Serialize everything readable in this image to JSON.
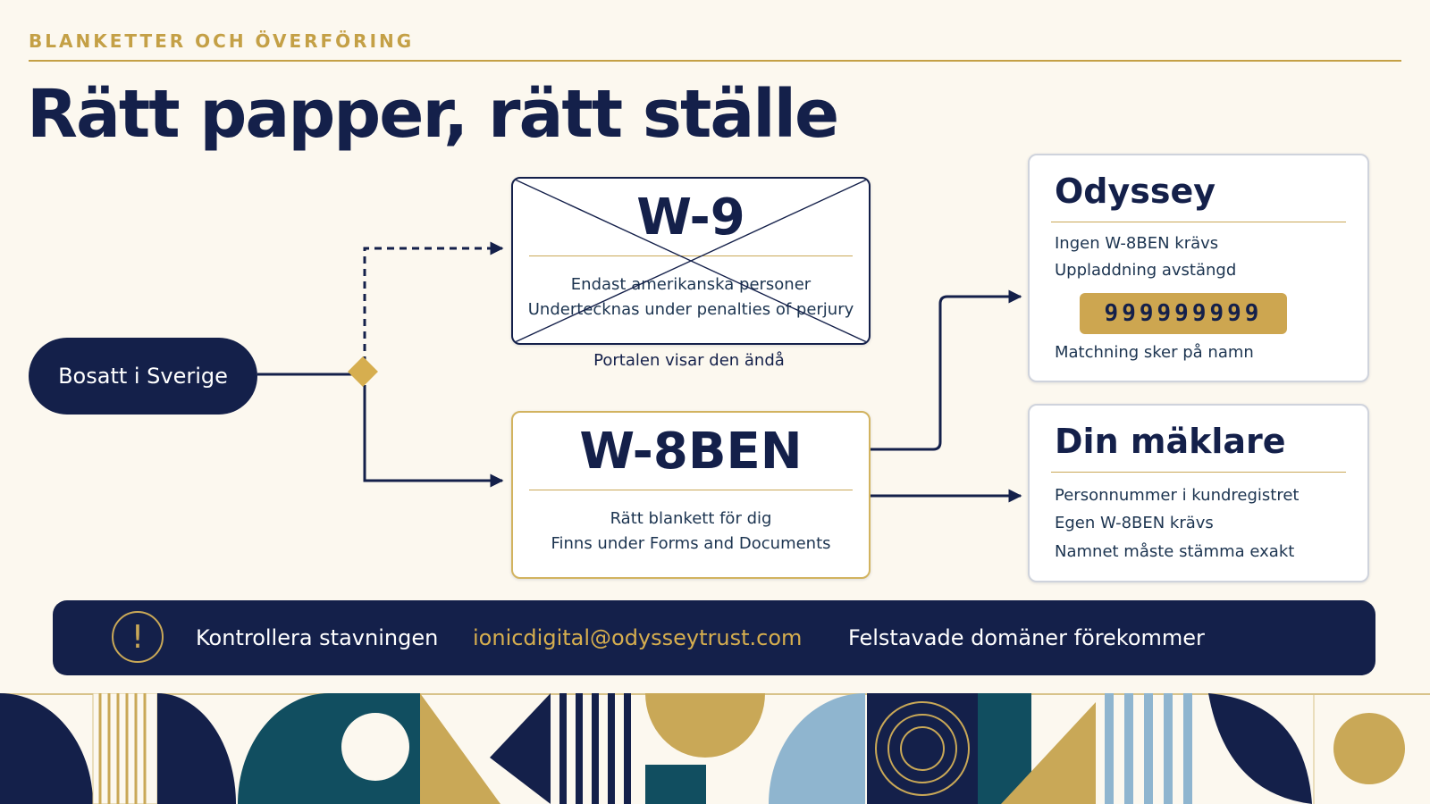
{
  "header": {
    "eyebrow": "BLANKETTER OCH ÖVERFÖRING",
    "title": "Rätt papper, rätt ställe"
  },
  "flow": {
    "start_label": "Bosatt i Sverige",
    "w9": {
      "title": "W-9",
      "lines": [
        "Endast amerikanska personer",
        "Undertecknas under penalties of perjury"
      ],
      "note": "Portalen visar den ändå",
      "crossed_out": true
    },
    "w8ben": {
      "title": "W-8BEN",
      "lines": [
        "Rätt blankett för dig",
        "Finns under Forms and Documents"
      ]
    },
    "odyssey": {
      "title": "Odyssey",
      "lines": [
        "Ingen W-8BEN krävs",
        "Uppladdning avstängd"
      ],
      "code": "999999999",
      "footer": "Matchning sker på namn"
    },
    "broker": {
      "title": "Din mäklare",
      "lines": [
        "Personnummer i kundregistret",
        "Egen W-8BEN krävs",
        "Namnet måste stämma exakt"
      ]
    }
  },
  "banner": {
    "icon": "exclamation-circle-icon",
    "check_label": "Kontrollera stavningen",
    "email": "ionicdigital@odysseytrust.com",
    "warning": "Felstavade domäner förekommer"
  },
  "colors": {
    "navy": "#14204a",
    "gold": "#c9a857",
    "teal": "#114e60",
    "light_blue": "#8fb5cf",
    "cream": "#fcf8ef"
  }
}
